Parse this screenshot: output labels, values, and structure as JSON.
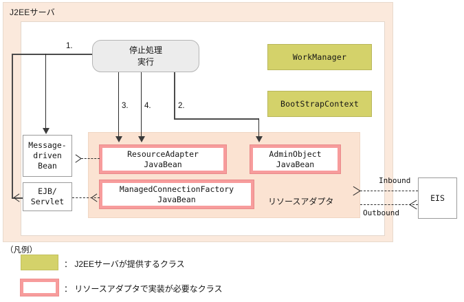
{
  "diagram": {
    "container": {
      "title": "J2EEサーバ"
    },
    "process_box": {
      "line1": "停止処理",
      "line2": "実行"
    },
    "provided_classes": [
      {
        "label": "WorkManager"
      },
      {
        "label": "BootStrapContext"
      }
    ],
    "resource_adapter": {
      "label": "リソースアダプタ",
      "classes": [
        {
          "line1": "ResourceAdapter",
          "line2": "JavaBean"
        },
        {
          "line1": "AdminObject",
          "line2": "JavaBean"
        },
        {
          "line1": "ManagedConnectionFactory",
          "line2": "JavaBean"
        }
      ]
    },
    "components": [
      {
        "line1": "Message-",
        "line2": "driven",
        "line3": "Bean"
      },
      {
        "line1": "EJB/",
        "line2": "Servlet"
      },
      {
        "line1": "EIS"
      }
    ],
    "steps": [
      {
        "label": "1."
      },
      {
        "label": "2."
      },
      {
        "label": "3."
      },
      {
        "label": "4."
      }
    ],
    "edge_labels": [
      {
        "label": "Inbound"
      },
      {
        "label": "Outbound"
      }
    ]
  },
  "legend": {
    "title": "（凡例）",
    "items": [
      {
        "swatch": "green",
        "text": "： J2EEサーバが提供するクラス"
      },
      {
        "swatch": "pink",
        "text": "： リソースアダプタで実装が必要なクラス"
      }
    ]
  },
  "colors": {
    "server_bg": "#fbe9dc",
    "inner_bg": "#ffffff",
    "ra_bg": "#fbe3d2",
    "provided_class": "#d4d26a",
    "implement_border": "#f79c9c",
    "process_box": "#ececec",
    "line": "#2b2b2b"
  }
}
